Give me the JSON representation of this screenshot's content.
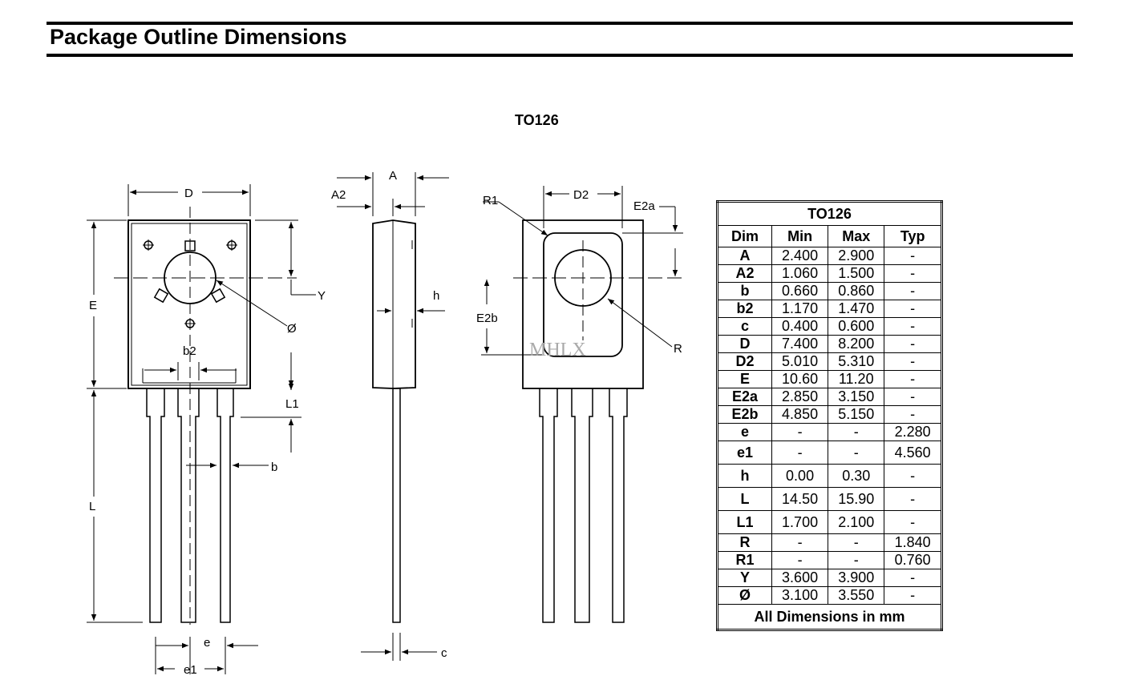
{
  "header": {
    "title": "Package Outline Dimensions"
  },
  "package_name": "TO126",
  "drawing_labels": {
    "D": "D",
    "A": "A",
    "A2": "A2",
    "E": "E",
    "Y": "Y",
    "phi": "Ø",
    "b2": "b2",
    "L1": "L1",
    "b": "b",
    "L": "L",
    "e": "e",
    "e1": "e1",
    "h": "h",
    "c": "c",
    "R1": "R1",
    "D2": "D2",
    "E2a": "E2a",
    "E2b": "E2b",
    "R": "R"
  },
  "watermark": "MHLX",
  "table": {
    "title": "TO126",
    "headers": [
      "Dim",
      "Min",
      "Max",
      "Typ"
    ],
    "rows": [
      {
        "dim": "A",
        "min": "2.400",
        "max": "2.900",
        "typ": "-"
      },
      {
        "dim": "A2",
        "min": "1.060",
        "max": "1.500",
        "typ": "-"
      },
      {
        "dim": "b",
        "min": "0.660",
        "max": "0.860",
        "typ": "-"
      },
      {
        "dim": "b2",
        "min": "1.170",
        "max": "1.470",
        "typ": "-"
      },
      {
        "dim": "c",
        "min": "0.400",
        "max": "0.600",
        "typ": "-"
      },
      {
        "dim": "D",
        "min": "7.400",
        "max": "8.200",
        "typ": "-"
      },
      {
        "dim": "D2",
        "min": "5.010",
        "max": "5.310",
        "typ": "-"
      },
      {
        "dim": "E",
        "min": "10.60",
        "max": "11.20",
        "typ": "-"
      },
      {
        "dim": "E2a",
        "min": "2.850",
        "max": "3.150",
        "typ": "-"
      },
      {
        "dim": "E2b",
        "min": "4.850",
        "max": "5.150",
        "typ": "-"
      },
      {
        "dim": "e",
        "min": "-",
        "max": "-",
        "typ": "2.280"
      },
      {
        "dim": "e1",
        "min": "-",
        "max": "-",
        "typ": "4.560"
      },
      {
        "dim": "h",
        "min": "0.00",
        "max": "0.30",
        "typ": "-"
      },
      {
        "dim": "L",
        "min": "14.50",
        "max": "15.90",
        "typ": "-"
      },
      {
        "dim": "L1",
        "min": "1.700",
        "max": "2.100",
        "typ": "-"
      },
      {
        "dim": "R",
        "min": "-",
        "max": "-",
        "typ": "1.840"
      },
      {
        "dim": "R1",
        "min": "-",
        "max": "-",
        "typ": "0.760"
      },
      {
        "dim": "Y",
        "min": "3.600",
        "max": "3.900",
        "typ": "-"
      },
      {
        "dim": "Ø",
        "min": "3.100",
        "max": "3.550",
        "typ": "-"
      }
    ],
    "footer": "All Dimensions in mm"
  }
}
